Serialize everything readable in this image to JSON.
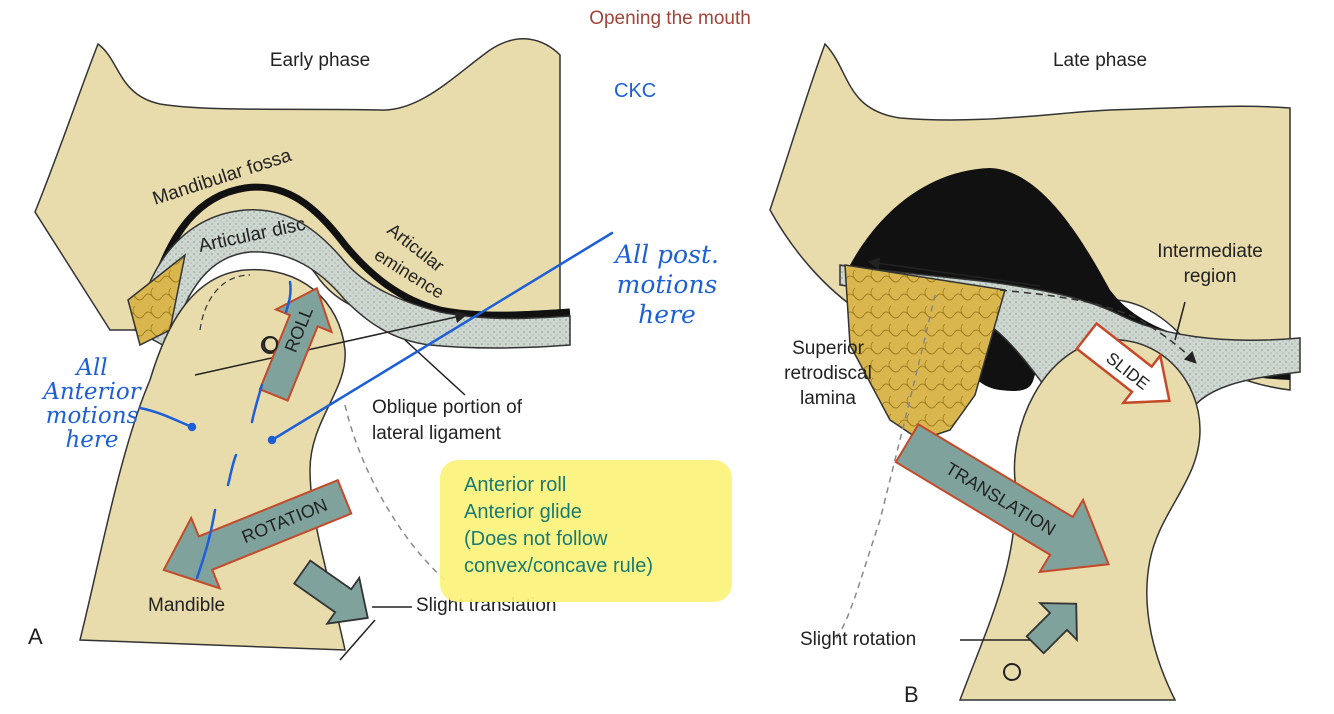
{
  "header": {
    "title": "Opening the mouth"
  },
  "panel_a": {
    "phase": "Early phase",
    "letter": "A",
    "labels": {
      "fossa": "Mandibular fossa",
      "disc": "Articular disc",
      "eminence_1": "Articular",
      "eminence_2": "eminence",
      "oblique_1": "Oblique portion of",
      "oblique_2": "lateral ligament",
      "mandible": "Mandible",
      "slight_translation": "Slight translation",
      "axis": "O"
    },
    "arrows": {
      "roll": "ROLL",
      "rotation": "ROTATION"
    }
  },
  "panel_b": {
    "phase": "Late phase",
    "letter": "B",
    "labels": {
      "intermediate_1": "Intermediate",
      "intermediate_2": "region",
      "superior_1": "Superior",
      "superior_2": "retrodiscal",
      "superior_3": "lamina",
      "slight_rotation": "Slight rotation"
    },
    "arrows": {
      "slide": "SLIDE",
      "translation": "TRANSLATION"
    }
  },
  "annotations": {
    "ckc": "CKC",
    "anterior_note": [
      "All",
      "Anterior",
      "motions",
      "here"
    ],
    "post_note": [
      "All post.",
      "motions",
      "here"
    ],
    "highlight": [
      "Anterior roll",
      "Anterior glide",
      "(Does not follow",
      "convex/concave rule)"
    ]
  },
  "colors": {
    "bone": "#e9dcac",
    "disc": "#cdd6cf",
    "joint_space": "#111111",
    "arrow_fill": "#7fa39c",
    "arrow_stroke": "#c44a2a",
    "annotation": "#1d5fd6",
    "highlight": "#fbf37a",
    "highlight_text": "#1a7a74"
  }
}
